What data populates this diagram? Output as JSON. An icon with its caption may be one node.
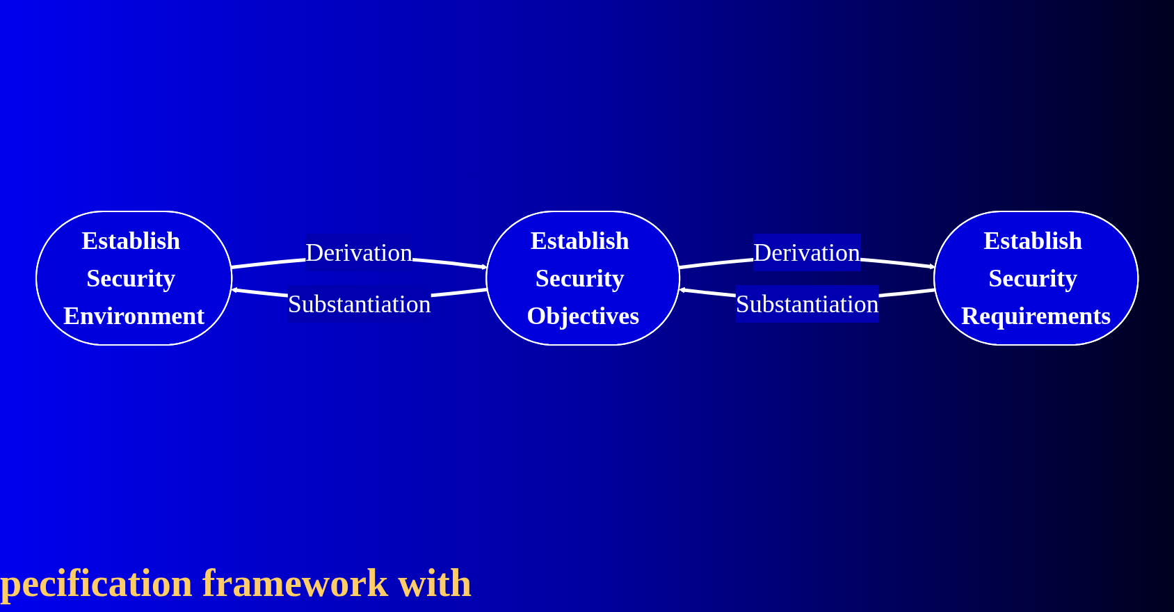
{
  "diagram": {
    "nodes": [
      {
        "text": [
          "Establish Security Environment"
        ]
      },
      {
        "text": [
          "Establish Security Objectives"
        ]
      },
      {
        "text": [
          "Establish Security Requirements"
        ]
      }
    ],
    "edges": [
      {
        "from": 0,
        "to": 1,
        "arrow": "to",
        "label": "Derivation"
      },
      {
        "from": 1,
        "to": 0,
        "arrow": "to",
        "label": "Substantiation"
      },
      {
        "from": 1,
        "to": 2,
        "arrow": "to",
        "label": "Derivation"
      },
      {
        "from": 2,
        "to": 1,
        "arrow": "to",
        "label": "Substantiation"
      }
    ],
    "labels": [
      "pecification framework with"
    ]
  }
}
